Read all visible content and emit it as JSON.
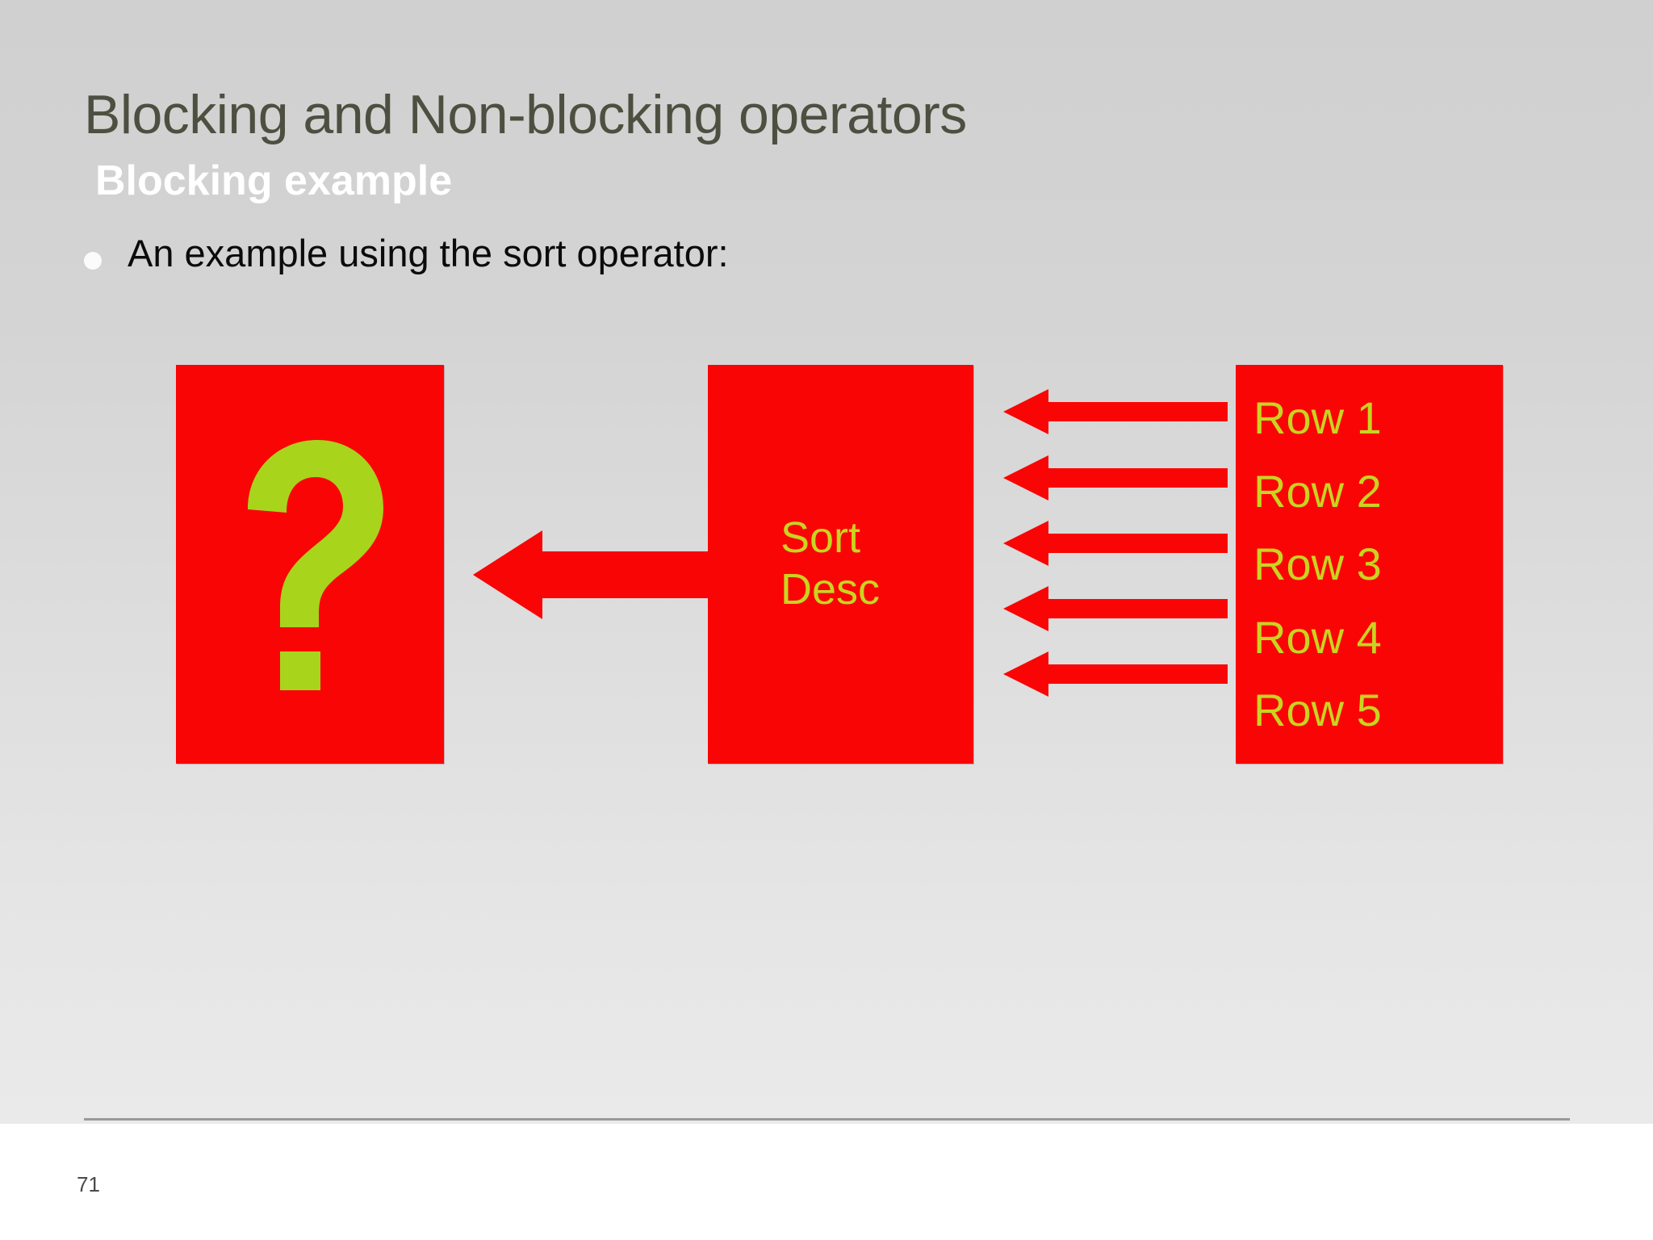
{
  "slide": {
    "title": "Blocking and Non-blocking operators",
    "subtitle": "Blocking example",
    "bullet": "An example using the sort operator:",
    "page_number": "71"
  },
  "colors": {
    "title": "#4d4f40",
    "subtitle": "#ffffff",
    "bullet_text": "#0b0b0b",
    "box_fill": "#fa0505",
    "box_text": "#c9d420",
    "question_mark": "#a8d41c",
    "arrow": "#fa0505",
    "background_top": "#d0d0d0",
    "background_bottom": "#eaeaea",
    "rule": "#9a9a9c",
    "page_number": "#4a4a4a"
  },
  "diagram": {
    "output_box": {
      "label": "?",
      "icon": "question-mark-glyph"
    },
    "operator_box": {
      "line1": "Sort",
      "line2": "Desc"
    },
    "input_box": {
      "rows": [
        {
          "label": "Row 1"
        },
        {
          "label": "Row 2"
        },
        {
          "label": "Row 3"
        },
        {
          "label": "Row 4"
        },
        {
          "label": "Row 5"
        }
      ]
    },
    "input_arrows": [
      {
        "name": "arrow-row-1"
      },
      {
        "name": "arrow-row-2"
      },
      {
        "name": "arrow-row-3"
      },
      {
        "name": "arrow-row-4"
      },
      {
        "name": "arrow-row-5"
      }
    ],
    "output_arrow": {
      "name": "arrow-sort-to-output"
    }
  }
}
